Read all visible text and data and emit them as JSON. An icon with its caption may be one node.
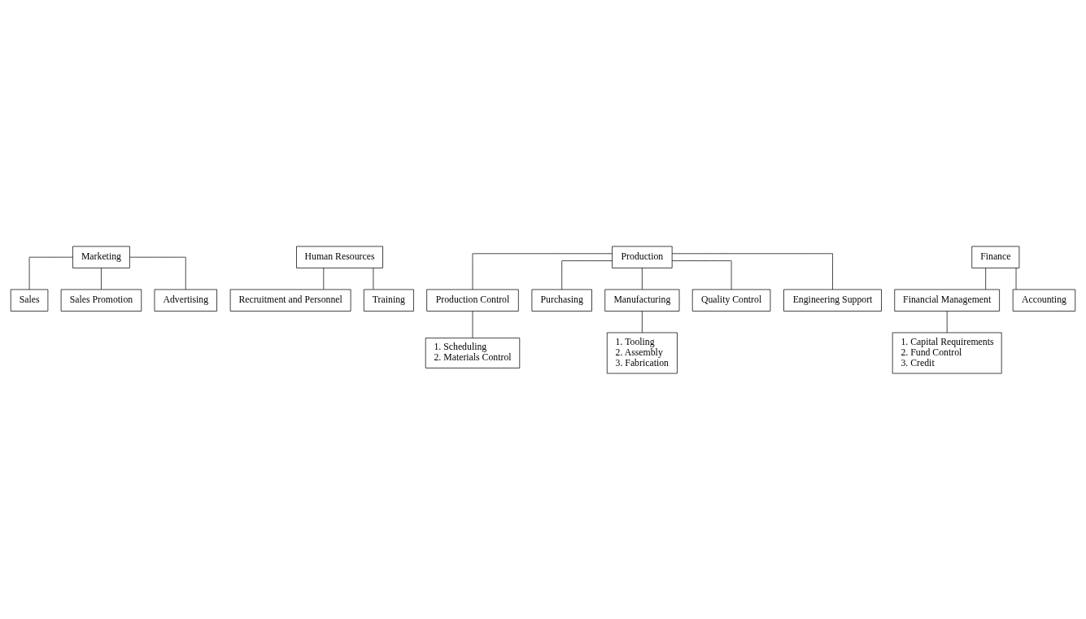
{
  "diagram": {
    "nodes": [
      {
        "text": [
          "Marketing"
        ]
      },
      {
        "text": [
          "Human Resources"
        ]
      },
      {
        "text": [
          "Production"
        ]
      },
      {
        "text": [
          "Finance"
        ]
      },
      {
        "text": [
          "Sales"
        ]
      },
      {
        "text": [
          "Sales Promotion"
        ]
      },
      {
        "text": [
          "Advertising"
        ]
      },
      {
        "text": [
          "Recruitment and Personnel"
        ]
      },
      {
        "text": [
          "Training"
        ]
      },
      {
        "text": [
          "Financial Management"
        ]
      },
      {
        "text": [
          "Accounting"
        ]
      },
      {
        "text": [
          "1. Capital Requirements",
          "2. Fund Control",
          "3. Credit"
        ]
      },
      {
        "text": [
          "Production Control"
        ]
      },
      {
        "text": [
          "Purchasing"
        ]
      },
      {
        "text": [
          "Manufacturing"
        ]
      },
      {
        "text": [
          "Quality Control"
        ]
      },
      {
        "text": [
          "Engineering Support"
        ]
      },
      {
        "text": [
          "1. Scheduling",
          "2. Materials Control"
        ]
      },
      {
        "text": [
          "1. Tooling",
          "2. Assembly",
          "3. Fabrication"
        ]
      }
    ],
    "edges": [
      {
        "from": 0,
        "to": 4,
        "arrow": "none"
      },
      {
        "from": 0,
        "to": 5,
        "arrow": "none"
      },
      {
        "from": 0,
        "to": 6,
        "arrow": "none"
      },
      {
        "from": 1,
        "to": 7,
        "arrow": "none"
      },
      {
        "from": 1,
        "to": 8,
        "arrow": "none"
      },
      {
        "from": 3,
        "to": 9,
        "arrow": "none"
      },
      {
        "from": 3,
        "to": 10,
        "arrow": "none"
      },
      {
        "from": 9,
        "to": 11,
        "arrow": "none"
      },
      {
        "from": 2,
        "to": 12,
        "arrow": "none"
      },
      {
        "from": 2,
        "to": 13,
        "arrow": "none"
      },
      {
        "from": 2,
        "to": 14,
        "arrow": "none"
      },
      {
        "from": 2,
        "to": 15,
        "arrow": "none"
      },
      {
        "from": 2,
        "to": 16,
        "arrow": "none"
      },
      {
        "from": 12,
        "to": 17,
        "arrow": "none"
      },
      {
        "from": 14,
        "to": 18,
        "arrow": "none"
      }
    ]
  }
}
